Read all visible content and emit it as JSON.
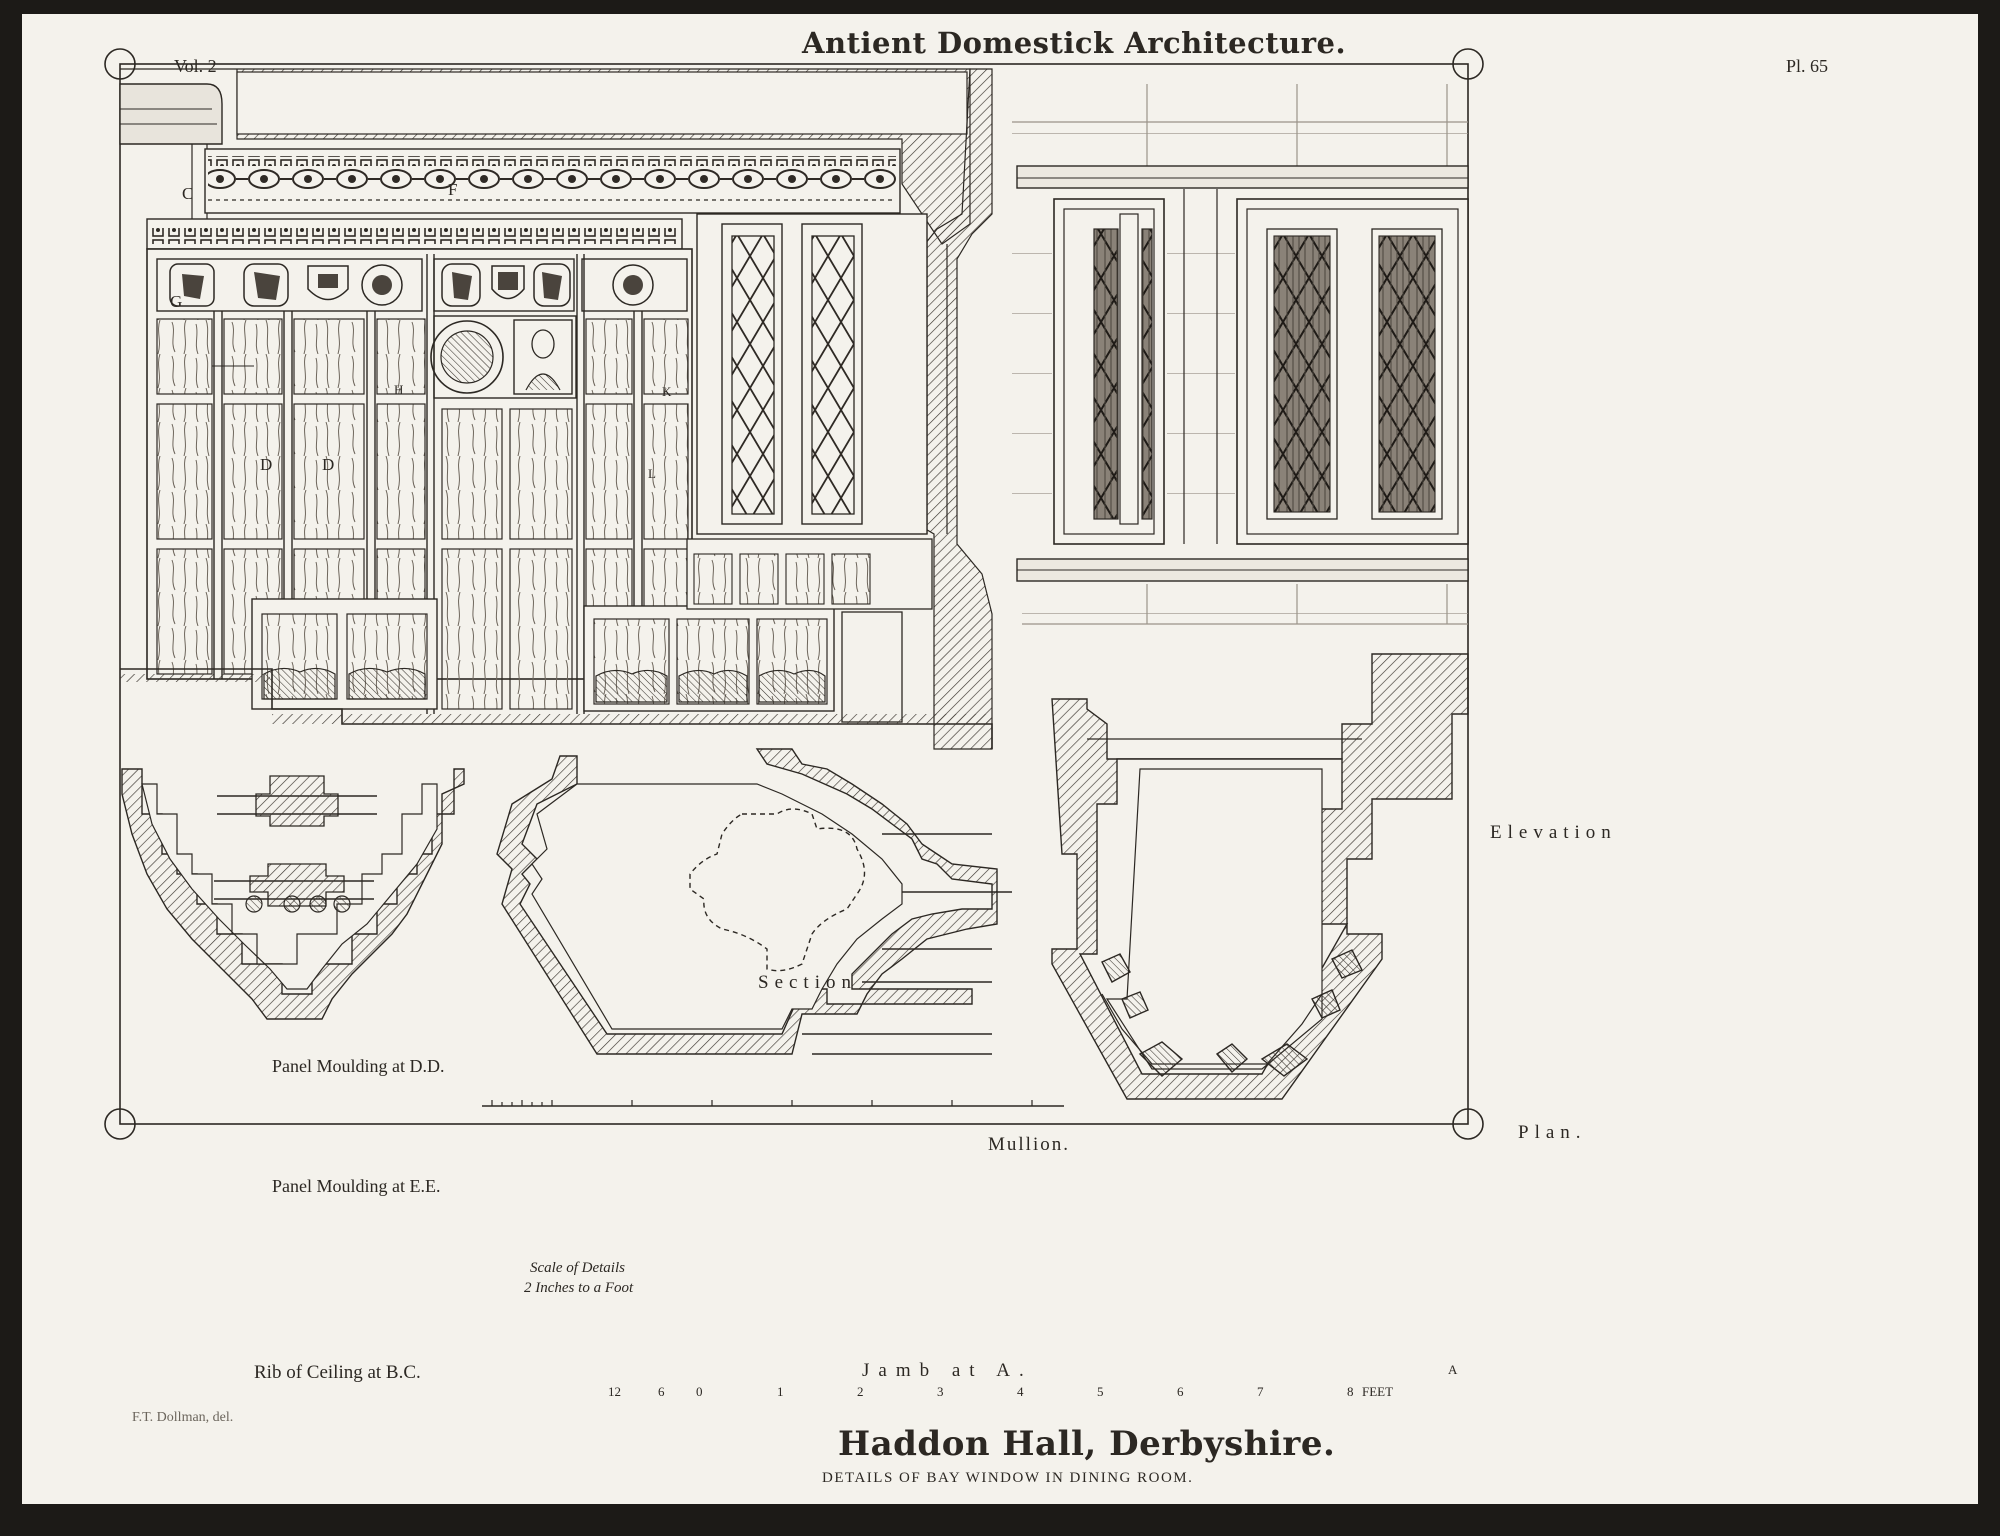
{
  "plate": {
    "header": "Antient Domestick Architecture.",
    "vol": "Vol. 2",
    "plate_no": "Pl. 65",
    "title": "Haddon Hall, Derbyshire.",
    "subtitle": "DETAILS OF BAY WINDOW IN DINING ROOM.",
    "draughtsman": "F.T. Dollman, del."
  },
  "views": {
    "section": "Section",
    "elevation": "Elevation",
    "plan": "Plan.",
    "mullion": "Mullion.",
    "jamb": "Jamb at A.",
    "rib": "Rib of Ceiling at B.C.",
    "panel_dd": "Panel Moulding at D.D.",
    "panel_ee": "Panel Moulding at E.E."
  },
  "scale": {
    "note_line1": "Scale of Details",
    "note_line2": "2 Inches to a Foot",
    "ticks": [
      "12",
      "6",
      "0",
      "1",
      "2",
      "3",
      "4",
      "5",
      "6",
      "7",
      "8"
    ],
    "unit": "FEET"
  },
  "markers": {
    "c": "C",
    "f": "F",
    "g": "G",
    "d1": "D",
    "d2": "D",
    "h": "H",
    "k": "K",
    "l": "L",
    "a": "A"
  },
  "colors": {
    "paper": "#f4f2ec",
    "ink": "#2c2823",
    "border": "#1c1a17"
  }
}
